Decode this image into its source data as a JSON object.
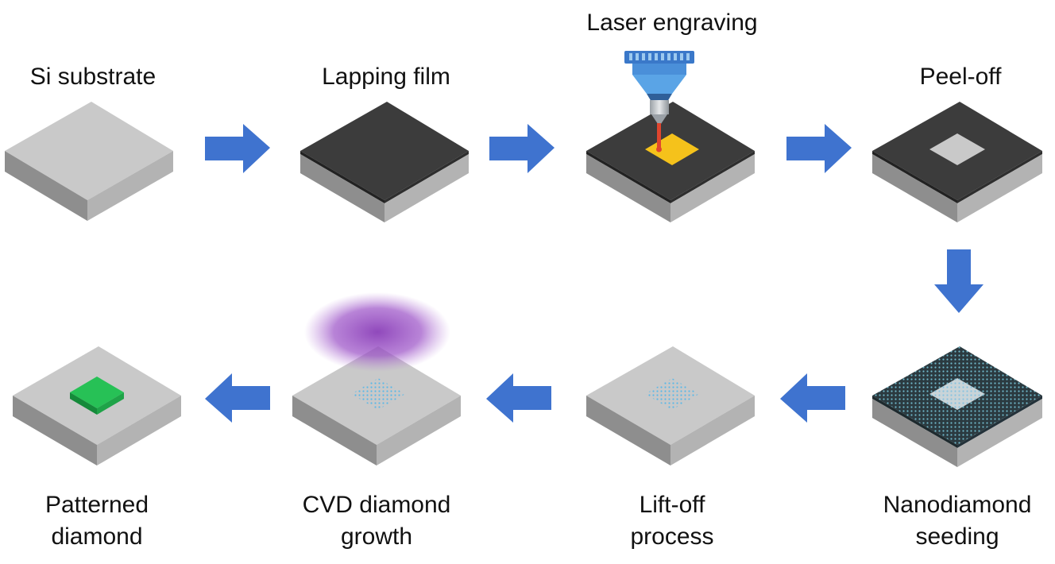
{
  "steps": [
    {
      "label_lines": [
        "Si substrate"
      ]
    },
    {
      "label_lines": [
        "Lapping film"
      ]
    },
    {
      "label_lines": [
        "Laser engraving"
      ]
    },
    {
      "label_lines": [
        "Peel-off"
      ]
    },
    {
      "label_lines": [
        "Nanodiamond",
        "seeding"
      ]
    },
    {
      "label_lines": [
        "Lift-off",
        "process"
      ]
    },
    {
      "label_lines": [
        "CVD diamond",
        "growth"
      ]
    },
    {
      "label_lines": [
        "Patterned",
        "diamond"
      ]
    }
  ],
  "colors": {
    "arrow": "#3f73cf",
    "si_top": "#c9c9c9",
    "film_top": "#3c3c3c",
    "laser_spot": "#f5c21b",
    "laser_beam": "#e0452e",
    "seed_dots": "#5bb8e6",
    "plasma": "#8a3fb8",
    "diamond": "#27c156"
  }
}
